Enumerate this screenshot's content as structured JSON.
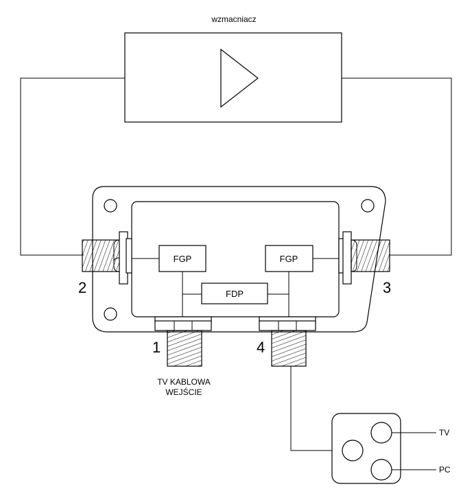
{
  "labels": {
    "amplifier": "wzmacniacz",
    "fgp_left": "FGP",
    "fgp_right": "FGP",
    "fdp": "FDP",
    "port_1": "1",
    "port_2": "2",
    "port_3": "3",
    "port_4": "4",
    "input_line1": "TV KABLOWA",
    "input_line2": "WEJŚCIE",
    "tv": "TV",
    "pc": "PC"
  }
}
